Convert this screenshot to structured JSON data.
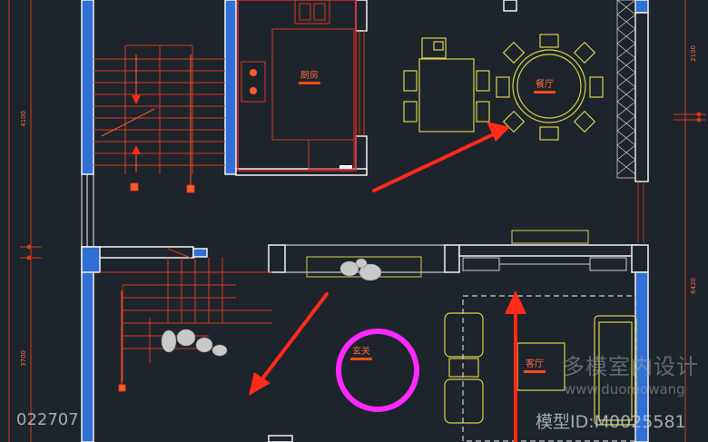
{
  "rooms": {
    "kitchen": "厨房",
    "dining": "餐厅",
    "foyer": "玄关",
    "living": "客厅"
  },
  "dimensions": {
    "left_upper": "4100",
    "left_lower": "3700",
    "right_upper": "2100",
    "right_lower": "6420"
  },
  "watermark": {
    "brand_cn": "多模室内设计",
    "url": "www.duomowang",
    "model_id": "模型ID:M0025581",
    "code": "022707"
  },
  "colors": {
    "background": "#1e242c",
    "wall_blue": "#2f6fd6",
    "wall_white": "#f2f2f2",
    "stair_red": "#d23a1a",
    "furniture_yellow": "#d8d24a",
    "arrow_red": "#ff2a1a",
    "foyer_circle": "#ff29ff"
  }
}
